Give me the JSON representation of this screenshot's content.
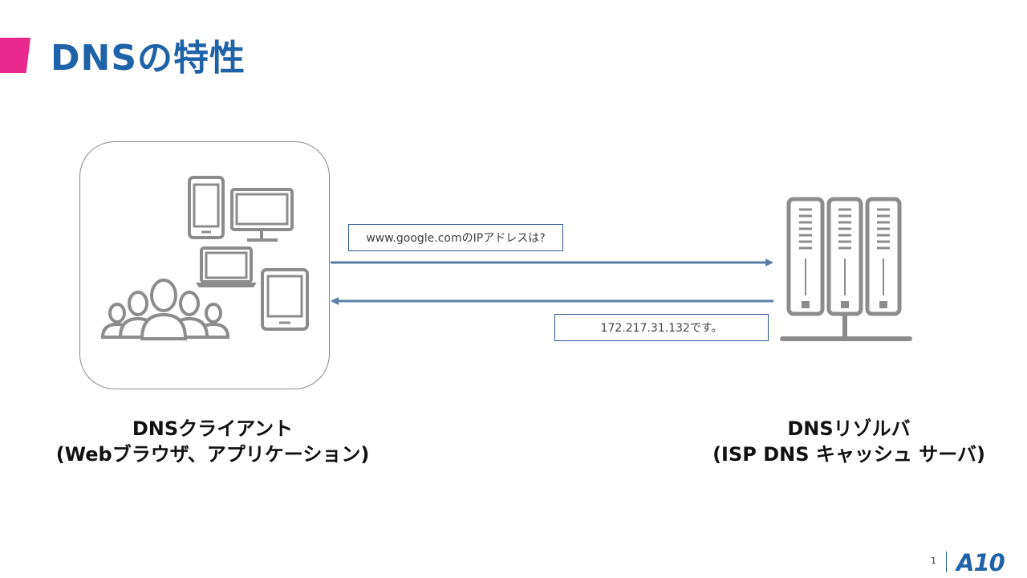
{
  "slide": {
    "title": "DNSの特性",
    "page_number": "1",
    "logo_text": "A10"
  },
  "client": {
    "label_line1": "DNSクライアント",
    "label_line2": "(Webブラウザ、アプリケーション)"
  },
  "resolver": {
    "label_line1": "DNSリゾルバ",
    "label_line2": "(ISP DNS キャッシュ サーバ)"
  },
  "messages": {
    "query": "www.google.comのIPアドレスは?",
    "response": "172.217.31.132です。"
  },
  "colors": {
    "title": "#1e62a8",
    "accent": "#e8298c",
    "arrow": "#5b7fa6",
    "icon": "#8c8c8c"
  }
}
